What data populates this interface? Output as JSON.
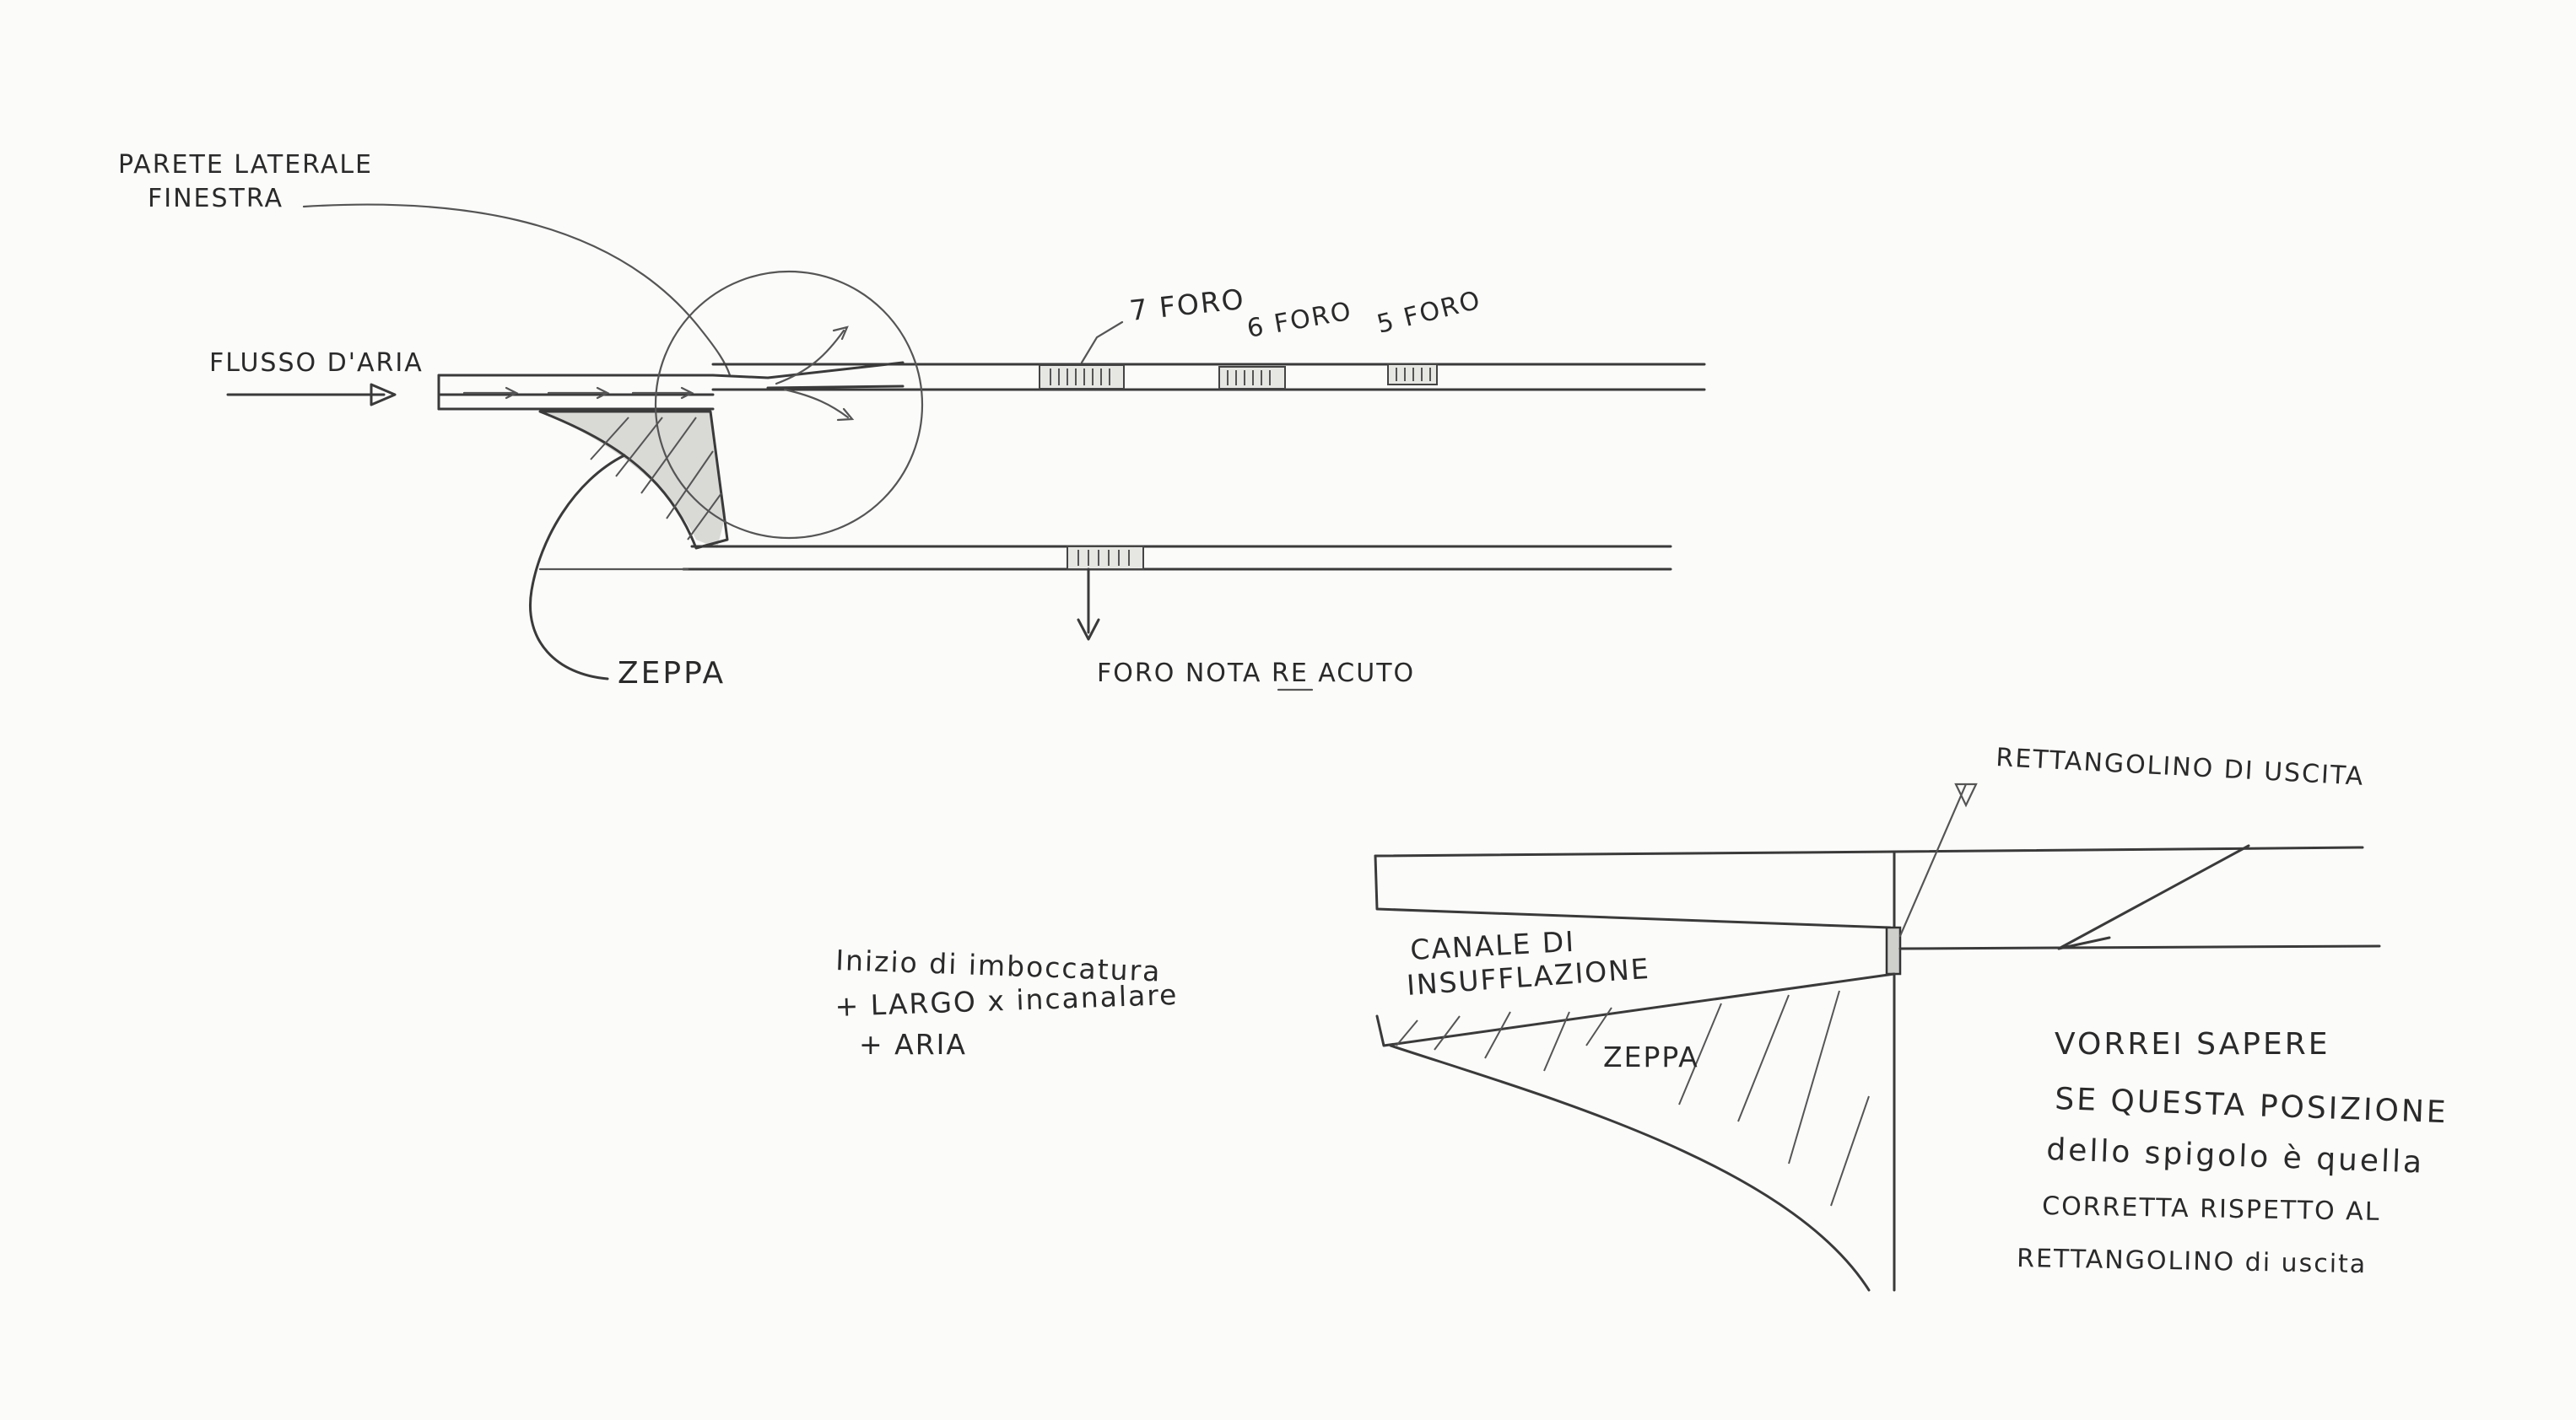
{
  "top_sketch": {
    "label_wall_line1": "PARETE LATERALE",
    "label_wall_line2": "FINESTRA",
    "label_airflow": "FLUSSO D'ARIA",
    "label_hole7": "7 FORO",
    "label_hole6": "6 FORO",
    "label_hole5": "5 FORO",
    "label_zeppa": "ZEPPA",
    "label_hole_re": "FORO NOTA RE ACUTO"
  },
  "bottom_left_note": {
    "line1": "Inizio di imboccatura",
    "line2": "+ LARGO x incanalare",
    "line3": "+ ARIA"
  },
  "bottom_sketch": {
    "label_rect": "RETTANGOLINO DI USCITA",
    "label_channel_line1": "CANALE DI",
    "label_channel_line2": "INSUFFLAZIONE",
    "label_zeppa": "ZEPPA"
  },
  "question": {
    "line1": "VORREI SAPERE",
    "line2": "SE QUESTA POSIZIONE",
    "line3": "dello spigolo è quella",
    "line4": "CORRETTA RISPETTO AL",
    "line5": "RETTANGOLINO di uscita"
  }
}
